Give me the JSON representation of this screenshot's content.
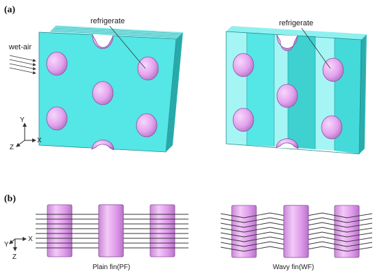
{
  "panel_a": {
    "label": "(a)",
    "left": {
      "airflow_label": "wet-air",
      "tube_label": "refrigerate"
    },
    "right": {
      "tube_label": "refrigerate"
    },
    "axes": {
      "y": "Y",
      "z": "Z",
      "x": "X"
    }
  },
  "panel_b": {
    "label": "(b)",
    "axes": {
      "y": "Y",
      "x": "X",
      "z": "Z"
    },
    "plain_caption": "Plain fin(PF)",
    "wavy_caption": "Wavy fin(WF)"
  },
  "colors": {
    "fin": "#55e6e6",
    "fin_dark": "#2fb8b8",
    "fin_edge": "#1e8a8a",
    "tube": "#e6a6ef",
    "tube_dark": "#b46cc6",
    "line": "#333333"
  }
}
